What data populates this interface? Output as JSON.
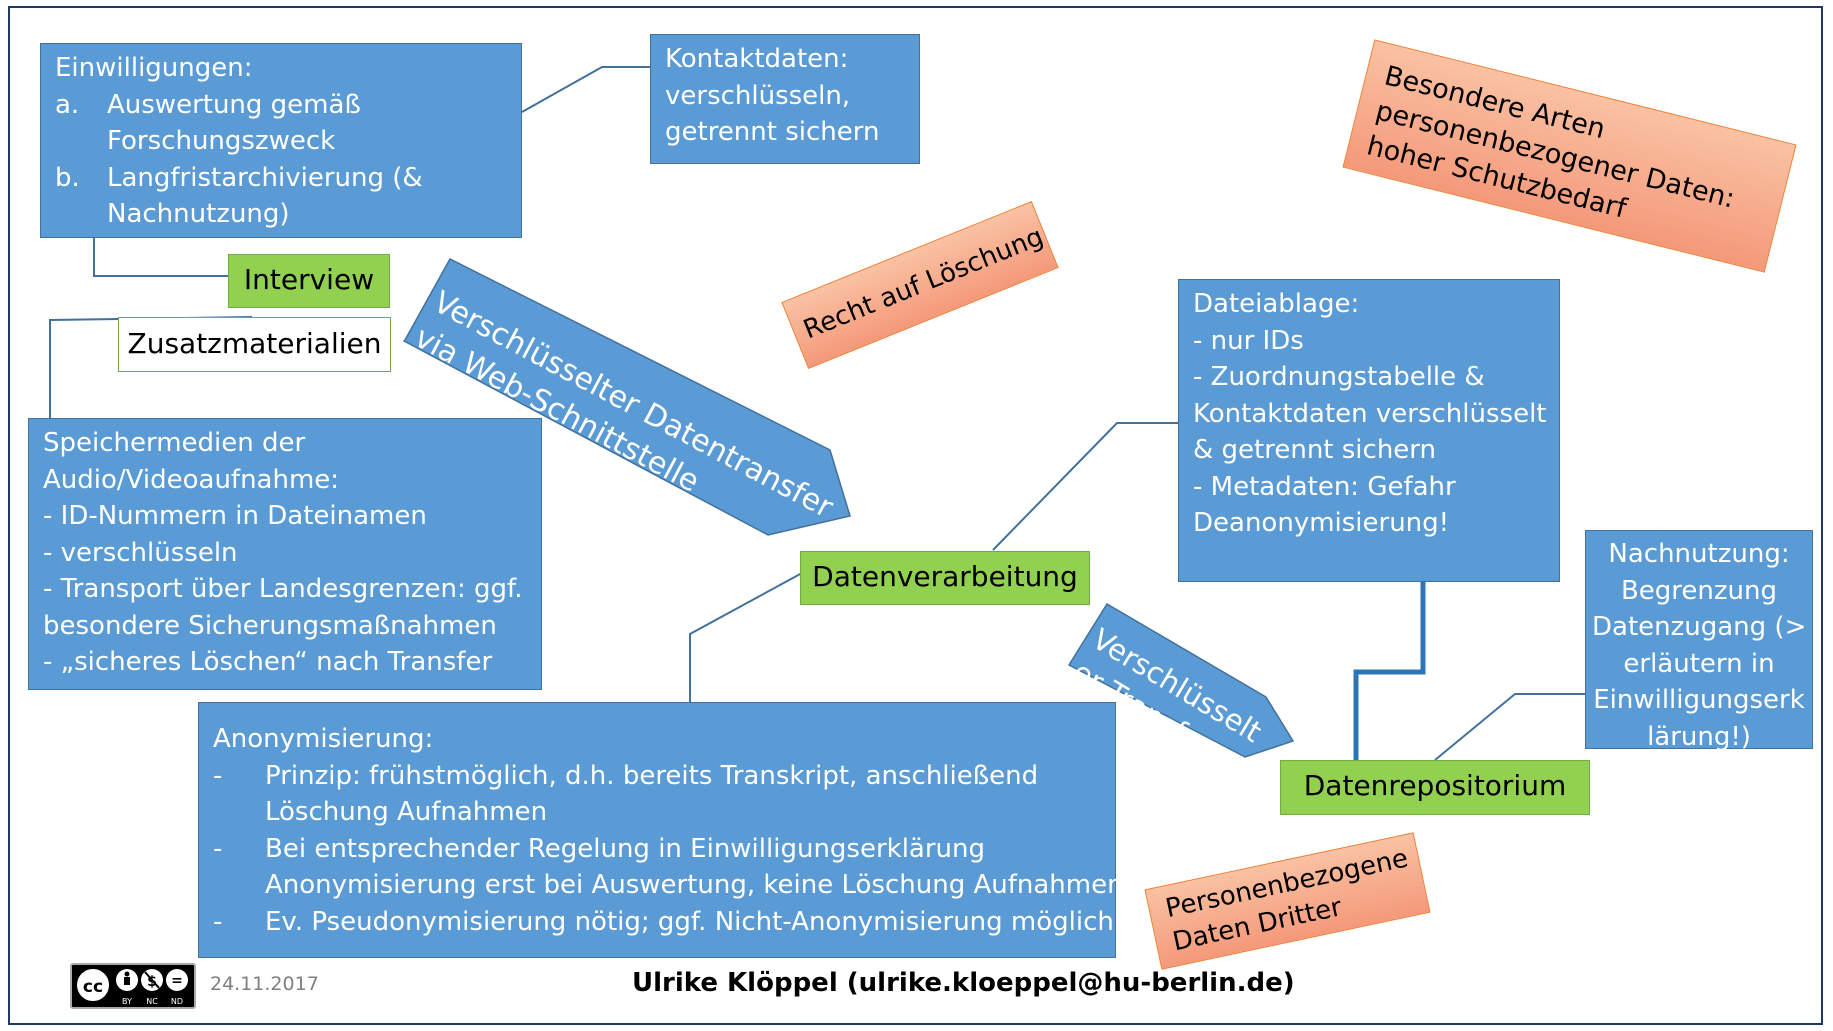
{
  "date": "24.11.2017",
  "author": "Ulrike Klöppel (ulrike.kloeppel@hu-berlin.de)",
  "license": {
    "icon": "creative-commons-by-nc-nd-icon",
    "labels": [
      "BY",
      "NC",
      "ND"
    ]
  },
  "colors": {
    "blue": "#5b9bd5",
    "green": "#92d050",
    "orange": "#f4997a",
    "frame": "#1f3864"
  },
  "einwilligungen": {
    "title": "Einwilligungen:",
    "items": [
      {
        "marker": "a.",
        "lines": [
          "Auswertung gemäß",
          "Forschungszweck"
        ]
      },
      {
        "marker": "b.",
        "lines": [
          "Langfristarchivierung (&",
          "Nachnutzung)"
        ]
      }
    ]
  },
  "kontaktdaten": {
    "lines": [
      "Kontaktdaten:",
      "verschlüsseln,",
      "getrennt sichern"
    ]
  },
  "besondere_arten": {
    "lines": [
      "Besondere Arten",
      "personenbezogener Daten:",
      "hoher Schutzbedarf"
    ]
  },
  "interview": "Interview",
  "zusatzmaterialien": "Zusatzmaterialien",
  "recht_auf_loeschung": "Recht auf Löschung",
  "arrow_web": {
    "lines": [
      "Verschlüsselter Datentransfer",
      "via Web-Schnittstelle"
    ]
  },
  "arrow_transfer": {
    "lines": [
      "Verschlüsselt",
      "er Transfer"
    ]
  },
  "dateiablage": {
    "lines": [
      "Dateiablage:",
      "- nur IDs",
      "- Zuordnungstabelle &",
      "Kontaktdaten verschlüsselt",
      "& getrennt sichern",
      "- Metadaten: Gefahr",
      "Deanonymisierung!"
    ]
  },
  "speichermedien": {
    "lines": [
      "Speichermedien der",
      "Audio/Videoaufnahme:",
      "- ID-Nummern in Dateinamen",
      "- verschlüsseln",
      "- Transport über Landesgrenzen: ggf.",
      "besondere Sicherungsmaßnahmen",
      "- „sicheres Löschen“ nach Transfer"
    ]
  },
  "datenverarbeitung": "Datenverarbeitung",
  "nachnutzung": {
    "lines": [
      "Nachnutzung:",
      "Begrenzung",
      "Datenzugang (>",
      "erläutern in",
      "Einwilligungserk",
      "lärung!)"
    ]
  },
  "anonymisierung": {
    "title": "Anonymisierung:",
    "items": [
      {
        "marker": "-",
        "lines": [
          "Prinzip: frühstmöglich, d.h. bereits Transkript, anschließend",
          "Löschung Aufnahmen"
        ]
      },
      {
        "marker": "-",
        "lines": [
          "Bei entsprechender Regelung in Einwilligungserklärung",
          "Anonymisierung erst bei Auswertung, keine Löschung Aufnahmen"
        ]
      },
      {
        "marker": "-",
        "lines": [
          "Ev. Pseudonymisierung nötig; ggf. Nicht-Anonymisierung möglich"
        ]
      }
    ]
  },
  "datenrepositorium": "Datenrepositorium",
  "personenbezogene_dritte": {
    "lines": [
      "Personenbezogene",
      "Daten Dritter"
    ]
  }
}
